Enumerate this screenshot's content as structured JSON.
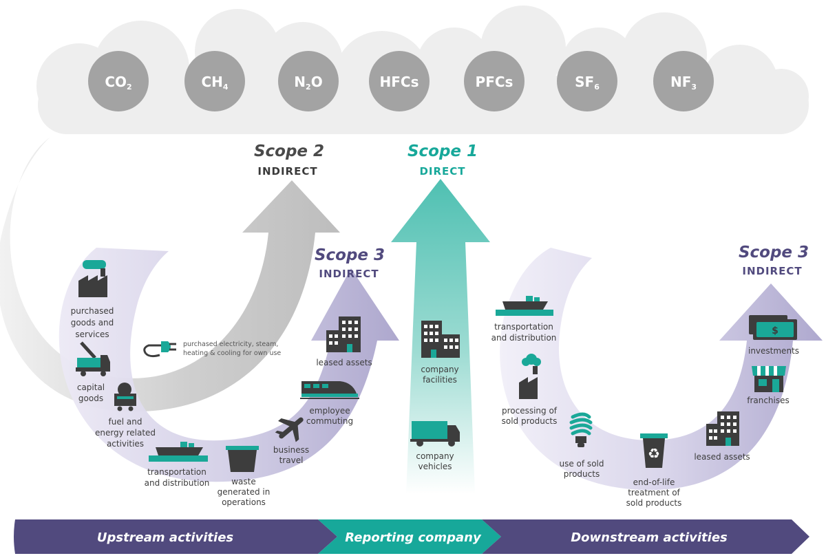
{
  "colors": {
    "cloud": "#eeeeee",
    "gas_circle": "#a3a3a3",
    "scope1": "#17a89a",
    "scope2": "#c4c4c4",
    "scope3": "#a59fc7",
    "navy": "#514a7e",
    "icon_dark": "#3d3d3d",
    "icon_teal": "#1aa898"
  },
  "gases": [
    {
      "base": "CO",
      "sub": "2"
    },
    {
      "base": "CH",
      "sub": "4"
    },
    {
      "base": "N",
      "sub": "2",
      "tail": "O"
    },
    {
      "base": "HFCs",
      "sub": ""
    },
    {
      "base": "PFCs",
      "sub": ""
    },
    {
      "base": "SF",
      "sub": "6"
    },
    {
      "base": "NF",
      "sub": "3"
    }
  ],
  "scopes": {
    "scope2": {
      "title": "Scope 2",
      "subtitle": "INDIRECT"
    },
    "scope1": {
      "title": "Scope 1",
      "subtitle": "DIRECT"
    },
    "scope3_upstream": {
      "title": "Scope 3",
      "subtitle": "INDIRECT"
    },
    "scope3_downstream": {
      "title": "Scope 3",
      "subtitle": "INDIRECT"
    }
  },
  "upstream": [
    {
      "icon": "factory-icon",
      "lines": [
        "purchased",
        "goods and",
        "services"
      ]
    },
    {
      "icon": "crane-truck-icon",
      "lines": [
        "capital",
        "goods"
      ]
    },
    {
      "icon": "mine-cart-icon",
      "lines": [
        "fuel and",
        "energy related",
        "activities"
      ]
    },
    {
      "icon": "cargo-ship-icon",
      "lines": [
        "transportation",
        "and distribution"
      ]
    },
    {
      "icon": "dumpster-icon",
      "lines": [
        "waste",
        "generated in",
        "operations"
      ]
    },
    {
      "icon": "airplane-icon",
      "lines": [
        "business",
        "travel"
      ]
    },
    {
      "icon": "train-icon",
      "lines": [
        "employee",
        "commuting"
      ]
    },
    {
      "icon": "office-building-icon",
      "lines": [
        "leased assets"
      ]
    }
  ],
  "scope2_item": {
    "icon": "electric-plug-icon",
    "lines": [
      "purchased electricity, steam,",
      "heating & cooling for own use"
    ]
  },
  "scope1_items": [
    {
      "icon": "company-building-icon",
      "lines": [
        "company",
        "facilities"
      ]
    },
    {
      "icon": "delivery-truck-icon",
      "lines": [
        "company",
        "vehicles"
      ]
    }
  ],
  "downstream": [
    {
      "icon": "cargo-ship-icon",
      "lines": [
        "transportation",
        "and distribution"
      ]
    },
    {
      "icon": "processing-factory-icon",
      "lines": [
        "processing of",
        "sold products"
      ]
    },
    {
      "icon": "light-bulb-icon",
      "lines": [
        "use of sold",
        "products"
      ]
    },
    {
      "icon": "recycle-bin-icon",
      "lines": [
        "end-of-life",
        "treatment of",
        "sold products"
      ]
    },
    {
      "icon": "office-building-icon",
      "lines": [
        "leased assets"
      ]
    },
    {
      "icon": "storefront-icon",
      "lines": [
        "franchises"
      ]
    },
    {
      "icon": "money-icon",
      "lines": [
        "investments"
      ],
      "symbol": "$"
    }
  ],
  "bar": {
    "upstream": "Upstream activities",
    "reporting": "Reporting company",
    "downstream": "Downstream activities"
  }
}
